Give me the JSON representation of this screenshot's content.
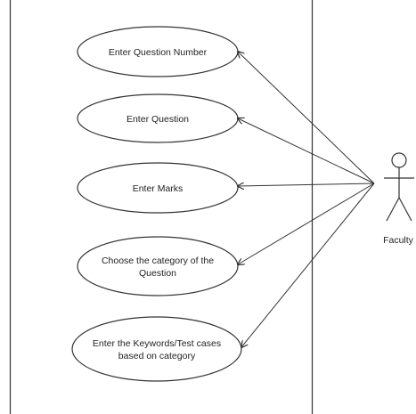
{
  "diagram": {
    "type": "use-case",
    "actor": {
      "name": "Faculty",
      "icon": "stick-figure-icon"
    },
    "use_cases": [
      {
        "lines": [
          "Enter Question Number"
        ]
      },
      {
        "lines": [
          "Enter Question"
        ]
      },
      {
        "lines": [
          "Enter Marks"
        ]
      },
      {
        "lines": [
          "Choose the category of the",
          "Question"
        ]
      },
      {
        "lines": [
          "Enter the Keywords/Test cases",
          "based on category"
        ]
      }
    ],
    "colors": {
      "line": "#333333",
      "text": "#222222",
      "background": "#ffffff"
    }
  }
}
